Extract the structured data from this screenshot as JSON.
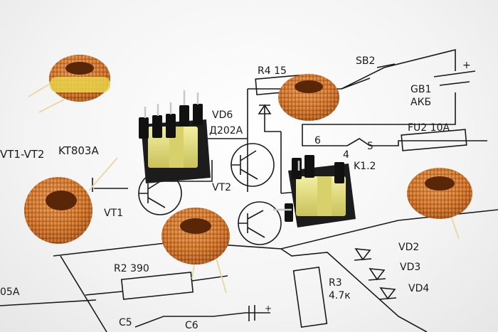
{
  "schematic_labels": {
    "vt1_vt2": "VT1-VT2",
    "kt803a": "KT803A",
    "vd6": "VD6",
    "d202a": "Д202A",
    "r4": "R4 15",
    "sb2": "SB2",
    "gb1": "GB1",
    "akb": "АКБ",
    "fu2": "FU2 10A",
    "pin6": "6",
    "pin4": "4",
    "pin5": "5",
    "k1_2": "K1.2",
    "vt2": "VT2",
    "vt1": "VT1",
    "r2": "R2 390",
    "vd2": "VD2",
    "vd3": "VD3",
    "vd4": "VD4",
    "r3": "R3",
    "r3_val": "4.7к",
    "left_cut": "05A",
    "c5": "C5",
    "c6": "C6",
    "plus_gb": "+",
    "plus_c": "+"
  },
  "objects": {
    "toroid": "copper toroidal inductor",
    "transformer": "miniature ferrite transformer"
  },
  "colors": {
    "paper": "#f4f4f4",
    "ink": "#1a1a1a",
    "copper": "#d2782e",
    "copper_dark": "#8a3e10",
    "core_yellow": "#e8e07a",
    "bobbin": "#1c1c1c"
  }
}
